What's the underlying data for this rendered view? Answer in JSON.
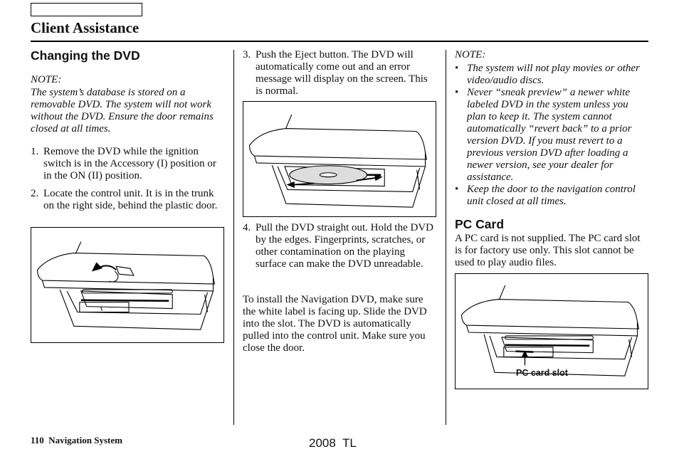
{
  "header": {
    "section_title": "Client Assistance"
  },
  "col1": {
    "heading": "Changing the DVD",
    "note_label": "NOTE:",
    "note_text": "The system’s database is stored on a removable DVD. The system will not work without the DVD. Ensure the door remains closed at all times.",
    "steps": [
      {
        "num": "1.",
        "text": "Remove the DVD while the ignition switch is in the Accessory (I) position or in the ON (II) position."
      },
      {
        "num": "2.",
        "text": "Locate the control unit. It is in the trunk on the right side, behind the plastic door."
      }
    ]
  },
  "col2": {
    "steps": [
      {
        "num": "3.",
        "text": "Push the Eject button. The DVD will automatically come out and an error message will display on the screen. This is normal."
      },
      {
        "num": "4.",
        "text": "Pull the DVD straight out. Hold the DVD by the edges. Fingerprints, scratches, or other contamination on the playing surface can make the DVD unreadable."
      }
    ],
    "install_text": "To install the Navigation DVD, make sure the white label is facing up. Slide the DVD into the slot. The DVD is automatically pulled into the control unit. Make sure you close the door."
  },
  "col3": {
    "note_label": "NOTE:",
    "bullets": [
      "The system will not play movies or other video/audio discs.",
      "Never “sneak preview” a newer white labeled DVD in the system unless you plan to keep it. The system cannot automatically “revert back” to a prior version DVD. If you must revert to a previous version DVD after loading a newer version, see your dealer for assistance.",
      "Keep the door to the navigation control unit closed at all times."
    ],
    "bullet_char": "•",
    "pc_heading": "PC Card",
    "pc_text": "A PC card is not supplied. The PC card slot is for factory use only. This slot cannot be used to play audio files.",
    "pc_callout": "PC card slot"
  },
  "footer": {
    "page_number": "110",
    "page_title": "Navigation System",
    "model": "2008  TL"
  }
}
